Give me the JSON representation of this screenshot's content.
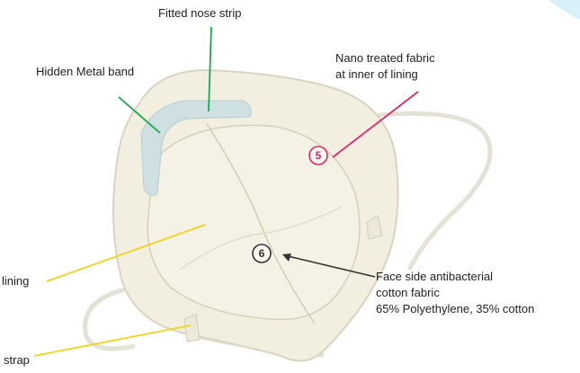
{
  "labels": {
    "nose_strip": "Fitted nose strip",
    "metal_band": "Hidden Metal band",
    "nano_line1": "Nano treated fabric",
    "nano_line2": "at inner of lining",
    "lining": "lining",
    "face_line1": "Face side antibacterial",
    "face_line2": "cotton fabric",
    "face_line3": "65% Polyethylene, 35% cotton",
    "strap": "strap"
  },
  "markers": {
    "five": "5",
    "six": "6"
  },
  "colors": {
    "mask_fabric": "#f2eee0",
    "mask_shadow": "#d9d3c0",
    "ear_loop": "#e9e7de",
    "nose_strip": "#cfe0e3",
    "pointer_green": "#1aa64a",
    "pointer_pink": "#e0256a",
    "pointer_yellow": "#f2d21b",
    "pointer_black": "#333333",
    "corner_accent": "#d8f0f7"
  }
}
